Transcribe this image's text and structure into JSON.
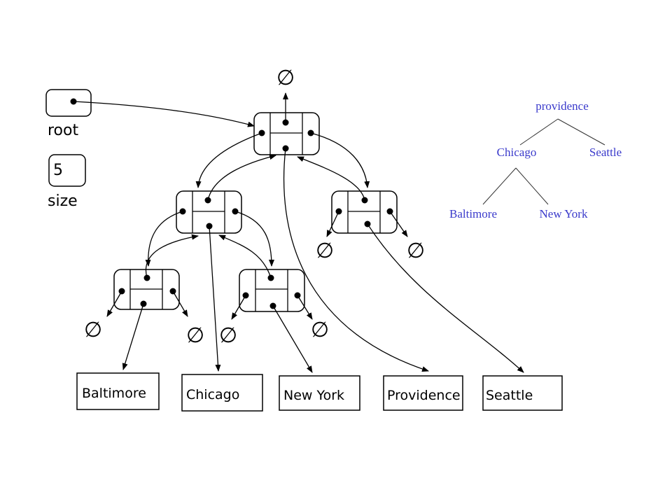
{
  "variables": {
    "root_label": "root",
    "size_label": "size",
    "size_value": "5"
  },
  "null_symbol": "∅",
  "strings": [
    "Baltimore",
    "Chicago",
    "New York",
    "Providence",
    "Seattle"
  ],
  "logical_tree": {
    "root": "providence",
    "level1": [
      "Chicago",
      "Seattle"
    ],
    "level2": [
      "Baltimore",
      "New York"
    ]
  },
  "colors": {
    "ink": "#000000",
    "tree_text": "#3a3acb",
    "tree_line": "#333333"
  }
}
